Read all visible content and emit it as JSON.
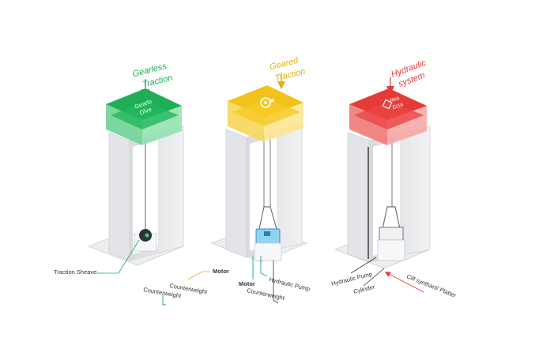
{
  "systems": [
    {
      "title_line1": "Gearless",
      "title_line2": "Traction",
      "top_text_line1": "Gearlɒ",
      "top_text_line2": "Dĭve",
      "color": "#1fae55",
      "color_dark": "#168a42",
      "color_light": "#8fe0ad"
    },
    {
      "title_line1": "Geared",
      "title_line2": "Traction",
      "top_icon": "gear-motor-icon",
      "color": "#f2c21a",
      "color_dark": "#c99a0c",
      "color_light": "#fbe58a"
    },
    {
      "title_line1": "Hydraulic",
      "title_line2": "system",
      "top_text_line1": "Rkɑ",
      "top_text_line2": "Ɛcta",
      "color": "#e53a37",
      "color_dark": "#bd2a27",
      "color_light": "#f7a3a1"
    }
  ],
  "labels": {
    "traction_sheave": "Traction Sheave",
    "counterweight_1": "Counterweight",
    "counterweight_2": "Counterweight",
    "motor_1": "Motor",
    "motor_2": "Motor",
    "hydraulic_pump_1": "Hydraulic Pump",
    "counterweight_3": "Counterweight",
    "hydraulic_pump_2": "Hydraulic Pump",
    "cylinder": "Cylinder",
    "cylinder_hydraulic_platter": "Cilf synthanl/ Platter"
  }
}
